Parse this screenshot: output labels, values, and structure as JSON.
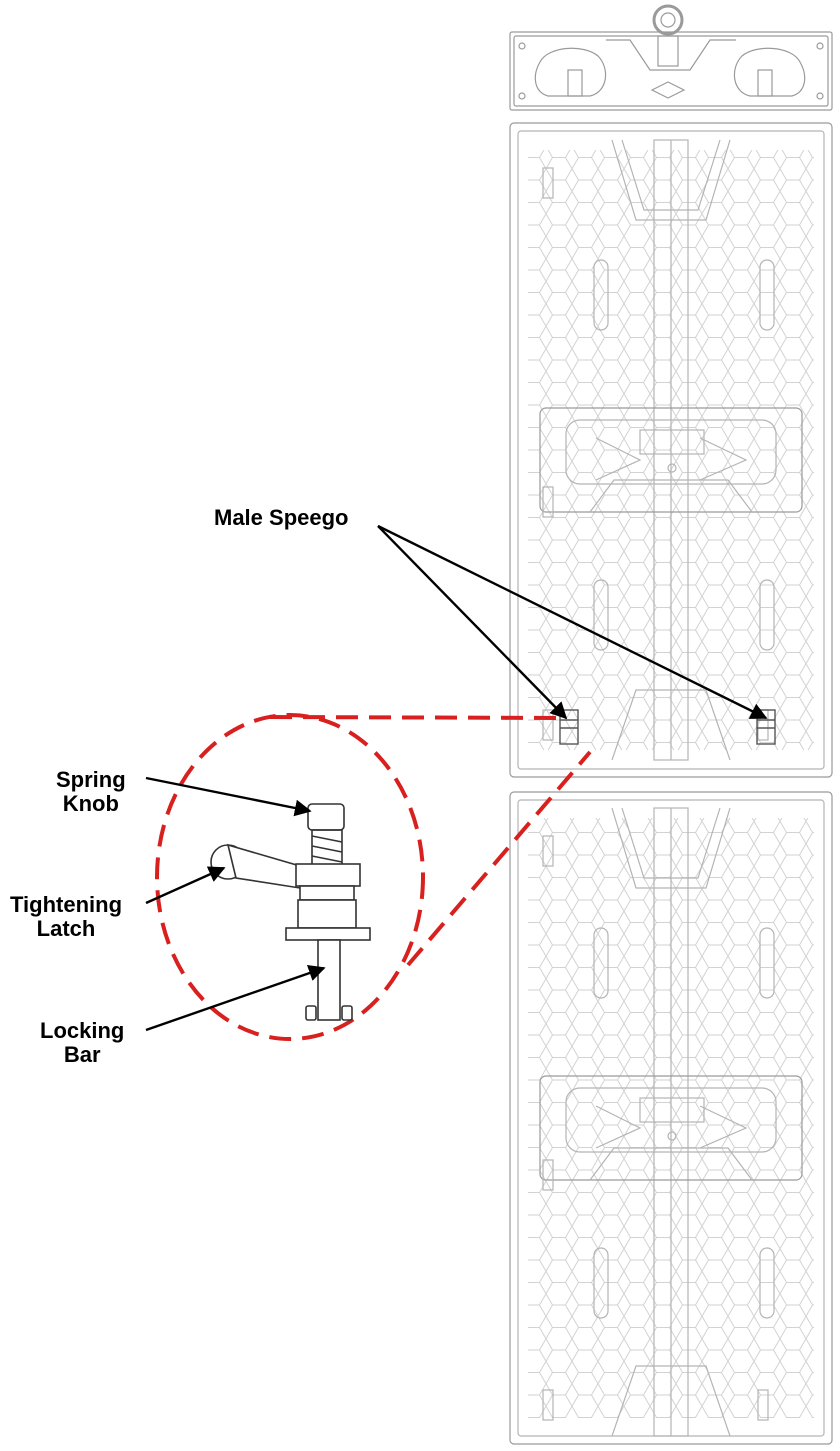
{
  "callouts": {
    "male_speego": "Male Speego",
    "spring_knob": [
      "Spring",
      "Knob"
    ],
    "tightening_latch": [
      "Tightening",
      "Latch"
    ],
    "locking_bar": [
      "Locking",
      "Bar"
    ]
  },
  "colors": {
    "line": "#b4b4b4",
    "hex": "#d2d2d2",
    "detail": "#333333",
    "leader": "#000000",
    "zoom": "#d8201e"
  }
}
